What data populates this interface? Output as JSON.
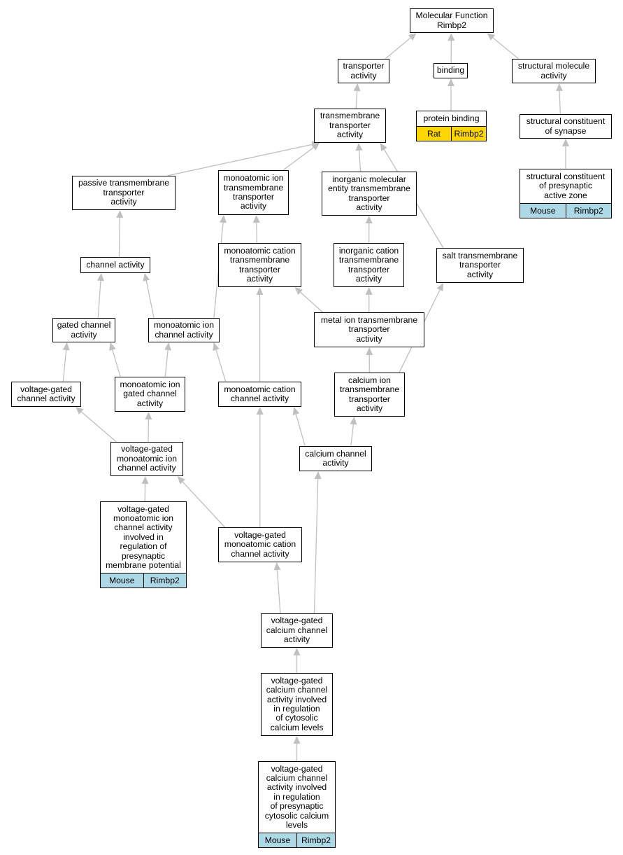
{
  "colors": {
    "edge": "#c0c0c0",
    "mouse": "#add8e6",
    "rat": "#ffd700"
  },
  "nodes": [
    {
      "id": "mf",
      "label": "Molecular Function\nRimbp2"
    },
    {
      "id": "transporter",
      "label": "transporter\nactivity"
    },
    {
      "id": "binding",
      "label": "binding"
    },
    {
      "id": "structural_molecule",
      "label": "structural molecule\nactivity"
    },
    {
      "id": "tm_transporter",
      "label": "transmembrane\ntransporter\nactivity"
    },
    {
      "id": "protein_binding",
      "label": "protein binding",
      "annotation": {
        "species": "Rat",
        "gene": "Rimbp2",
        "color": "rat"
      }
    },
    {
      "id": "struct_synapse",
      "label": "structural constituent\nof synapse"
    },
    {
      "id": "passive_tm",
      "label": "passive transmembrane\ntransporter\nactivity"
    },
    {
      "id": "ion_tm",
      "label": "monoatomic ion\ntransmembrane\ntransporter\nactivity"
    },
    {
      "id": "inorganic_mol_tm",
      "label": "inorganic molecular\nentity transmembrane\ntransporter\nactivity"
    },
    {
      "id": "struct_presyn",
      "label": "structural constituent\nof presynaptic\nactive zone",
      "annotation": {
        "species": "Mouse",
        "gene": "Rimbp2",
        "color": "mouse"
      }
    },
    {
      "id": "channel",
      "label": "channel activity"
    },
    {
      "id": "cation_tm",
      "label": "monoatomic cation\ntransmembrane\ntransporter\nactivity"
    },
    {
      "id": "inorganic_cation_tm",
      "label": "inorganic cation\ntransmembrane\ntransporter\nactivity"
    },
    {
      "id": "salt_tm",
      "label": "salt transmembrane\ntransporter\nactivity"
    },
    {
      "id": "gated_channel",
      "label": "gated channel\nactivity"
    },
    {
      "id": "ion_channel",
      "label": "monoatomic ion\nchannel activity"
    },
    {
      "id": "metal_ion_tm",
      "label": "metal ion transmembrane\ntransporter\nactivity"
    },
    {
      "id": "vg_channel",
      "label": "voltage-gated\nchannel activity"
    },
    {
      "id": "ion_gated_channel",
      "label": "monoatomic ion\ngated channel\nactivity"
    },
    {
      "id": "cation_channel",
      "label": "monoatomic cation\nchannel activity"
    },
    {
      "id": "calcium_ion_tm",
      "label": "calcium ion\ntransmembrane\ntransporter\nactivity"
    },
    {
      "id": "vg_ion_channel",
      "label": "voltage-gated\nmonoatomic ion\nchannel activity"
    },
    {
      "id": "calcium_channel",
      "label": "calcium channel\nactivity"
    },
    {
      "id": "vg_ion_presyn_potential",
      "label": "voltage-gated\nmonoatomic ion\nchannel activity\ninvolved in\nregulation of\npresynaptic\nmembrane potential",
      "annotation": {
        "species": "Mouse",
        "gene": "Rimbp2",
        "color": "mouse"
      }
    },
    {
      "id": "vg_cation_channel",
      "label": "voltage-gated\nmonoatomic cation\nchannel activity"
    },
    {
      "id": "vg_calcium_channel",
      "label": "voltage-gated\ncalcium channel\nactivity"
    },
    {
      "id": "vg_calcium_cytosolic",
      "label": "voltage-gated\ncalcium channel\nactivity involved\nin regulation\nof cytosolic\ncalcium levels"
    },
    {
      "id": "vg_calcium_presyn_cytosolic",
      "label": "voltage-gated\ncalcium channel\nactivity involved\nin regulation\nof presynaptic\ncytosolic calcium\nlevels",
      "annotation": {
        "species": "Mouse",
        "gene": "Rimbp2",
        "color": "mouse"
      }
    }
  ],
  "edges": [
    [
      "transporter",
      "mf"
    ],
    [
      "binding",
      "mf"
    ],
    [
      "structural_molecule",
      "mf"
    ],
    [
      "tm_transporter",
      "transporter"
    ],
    [
      "protein_binding",
      "binding"
    ],
    [
      "struct_synapse",
      "structural_molecule"
    ],
    [
      "struct_presyn",
      "struct_synapse"
    ],
    [
      "passive_tm",
      "tm_transporter"
    ],
    [
      "ion_tm",
      "tm_transporter"
    ],
    [
      "inorganic_mol_tm",
      "tm_transporter"
    ],
    [
      "salt_tm",
      "tm_transporter"
    ],
    [
      "channel",
      "passive_tm"
    ],
    [
      "cation_tm",
      "ion_tm"
    ],
    [
      "ion_channel",
      "ion_tm"
    ],
    [
      "inorganic_cation_tm",
      "inorganic_mol_tm"
    ],
    [
      "gated_channel",
      "channel"
    ],
    [
      "ion_channel",
      "channel"
    ],
    [
      "metal_ion_tm",
      "cation_tm"
    ],
    [
      "metal_ion_tm",
      "inorganic_cation_tm"
    ],
    [
      "cation_channel",
      "cation_tm"
    ],
    [
      "vg_channel",
      "gated_channel"
    ],
    [
      "ion_gated_channel",
      "gated_channel"
    ],
    [
      "ion_gated_channel",
      "ion_channel"
    ],
    [
      "cation_channel",
      "ion_channel"
    ],
    [
      "calcium_ion_tm",
      "metal_ion_tm"
    ],
    [
      "calcium_ion_tm",
      "salt_tm"
    ],
    [
      "vg_ion_channel",
      "vg_channel"
    ],
    [
      "vg_ion_channel",
      "ion_gated_channel"
    ],
    [
      "calcium_channel",
      "cation_channel"
    ],
    [
      "calcium_channel",
      "calcium_ion_tm"
    ],
    [
      "vg_ion_presyn_potential",
      "vg_ion_channel"
    ],
    [
      "vg_cation_channel",
      "vg_ion_channel"
    ],
    [
      "vg_cation_channel",
      "cation_channel"
    ],
    [
      "vg_calcium_channel",
      "vg_cation_channel"
    ],
    [
      "vg_calcium_channel",
      "calcium_channel"
    ],
    [
      "vg_calcium_cytosolic",
      "vg_calcium_channel"
    ],
    [
      "vg_calcium_presyn_cytosolic",
      "vg_calcium_cytosolic"
    ]
  ]
}
